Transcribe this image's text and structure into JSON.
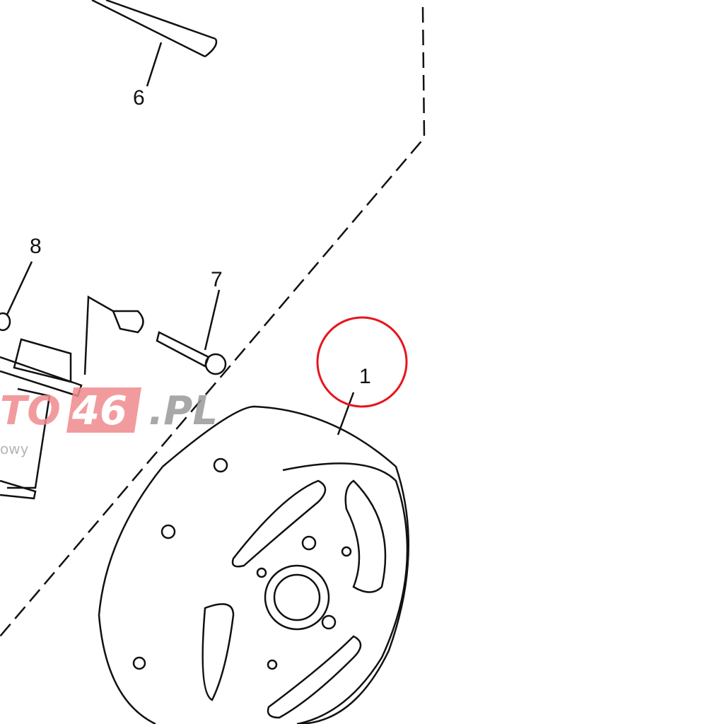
{
  "diagram": {
    "callouts": [
      {
        "id": "6",
        "label": "6"
      },
      {
        "id": "8",
        "label": "8"
      },
      {
        "id": "7",
        "label": "7"
      },
      {
        "id": "1",
        "label": "1"
      }
    ],
    "highlight_color": "#e8141c",
    "watermark": {
      "text_left": "TO",
      "text_box": "46",
      "text_right": ".PL",
      "subtext": "owy",
      "box_color": "#f08a8e",
      "text_color": "#9a9a9a"
    }
  }
}
